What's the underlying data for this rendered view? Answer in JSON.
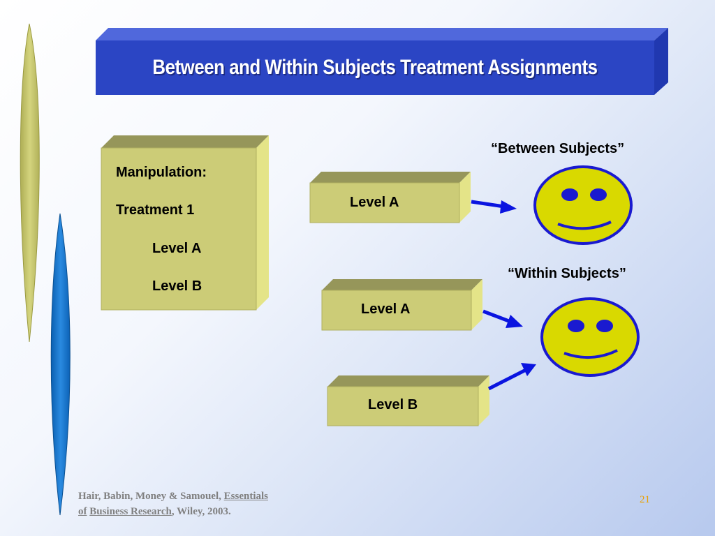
{
  "title": "Between and Within Subjects Treatment Assignments",
  "manipulation": {
    "heading": "Manipulation:",
    "treatment": "Treatment 1",
    "level_a": "Level A",
    "level_b": "Level B"
  },
  "between": {
    "label": "“Between Subjects”",
    "box_label": "Level A"
  },
  "within": {
    "label": "“Within Subjects”",
    "box_a_label": "Level A",
    "box_b_label": "Level B"
  },
  "citation": {
    "authors": "Hair, Babin, Money & Samouel, ",
    "book_part1": "Essentials",
    "book_of": "of",
    "book_part2": "Business Research",
    "rest": ", Wiley, 2003."
  },
  "page_number": "21",
  "colors": {
    "title_bar": "#2b45c4",
    "box_face": "#cccc77",
    "face_fill": "#d9d900",
    "face_stroke": "#1a1ad0",
    "arrow": "#0a14e0",
    "leaf_green": "#c8c86a",
    "leaf_blue": "#1478c8"
  }
}
